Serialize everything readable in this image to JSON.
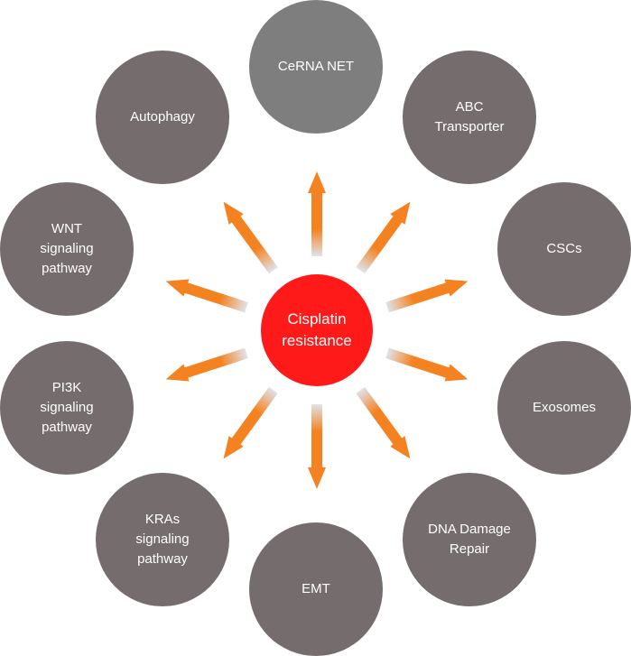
{
  "center": {
    "label": "Cisplatin\nresistance",
    "color": "#ff1a1a"
  },
  "nodes": [
    {
      "id": "cerna-net",
      "label": "CeRNA NET",
      "color": "#7e7e7e"
    },
    {
      "id": "abc-transporter",
      "label": "ABC\nTransporter",
      "color": "#756d6d"
    },
    {
      "id": "cscs",
      "label": "CSCs",
      "color": "#756d6d"
    },
    {
      "id": "exosomes",
      "label": "Exosomes",
      "color": "#756d6d"
    },
    {
      "id": "dna-damage-repair",
      "label": "DNA Damage\nRepair",
      "color": "#756d6d"
    },
    {
      "id": "emt",
      "label": "EMT",
      "color": "#756d6d"
    },
    {
      "id": "kras-signaling-pathway",
      "label": "KRAs\nsignaling\npathway",
      "color": "#756d6d"
    },
    {
      "id": "pi3k-signaling-pathway",
      "label": "PI3K\nsignaling\npathway",
      "color": "#756d6d"
    },
    {
      "id": "wnt-signaling-pathway",
      "label": "WNT\nsignaling\npathway",
      "color": "#756d6d"
    },
    {
      "id": "autophagy",
      "label": "Autophagy",
      "color": "#756d6d"
    }
  ],
  "arrow_color": "#f58220"
}
